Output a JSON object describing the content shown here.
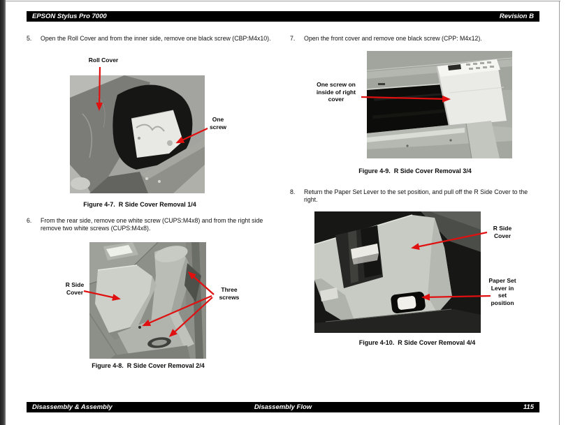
{
  "header": {
    "title": "EPSON Stylus Pro 7000",
    "revision": "Revision B"
  },
  "steps": [
    {
      "num": "5.",
      "text": "Open the Roll Cover and from the inner side, remove one black screw (CBP:M4x10)."
    },
    {
      "num": "6.",
      "text": "From the rear side, remove one white screw (CUPS:M4x8) and from the right side remove two white screws (CUPS:M4x8)."
    },
    {
      "num": "7.",
      "text": "Open the front cover and remove one black screw (CPP: M4x12)."
    },
    {
      "num": "8.",
      "text": "Return the Paper Set Lever to the set position, and pull off the R Side Cover to the right."
    }
  ],
  "figures": {
    "fig47": {
      "caption": "Figure 4-7.  R Side Cover Removal 1/4",
      "label_roll_cover": "Roll Cover",
      "label_one_screw": "One\nscrew"
    },
    "fig48": {
      "caption": "Figure 4-8.  R Side Cover Removal 2/4",
      "label_r_side_cover": "R Side\nCover",
      "label_three_screws": "Three\nscrews"
    },
    "fig49": {
      "caption": "Figure 4-9.  R Side Cover Removal 3/4",
      "label_one_screw_inside": "One screw on\ninside of right\ncover"
    },
    "fig410": {
      "caption": "Figure 4-10.  R Side Cover Removal 4/4",
      "label_r_side_cover": "R Side\nCover",
      "label_paper_set_lever": "Paper Set\nLever in\nset\nposition"
    }
  },
  "footer": {
    "section": "Disassembly & Assembly",
    "chapter": "Disassembly Flow",
    "page_number": "115"
  },
  "colors": {
    "arrow": "#e01010",
    "bar_background": "#000000",
    "bar_text": "#ffffff"
  }
}
